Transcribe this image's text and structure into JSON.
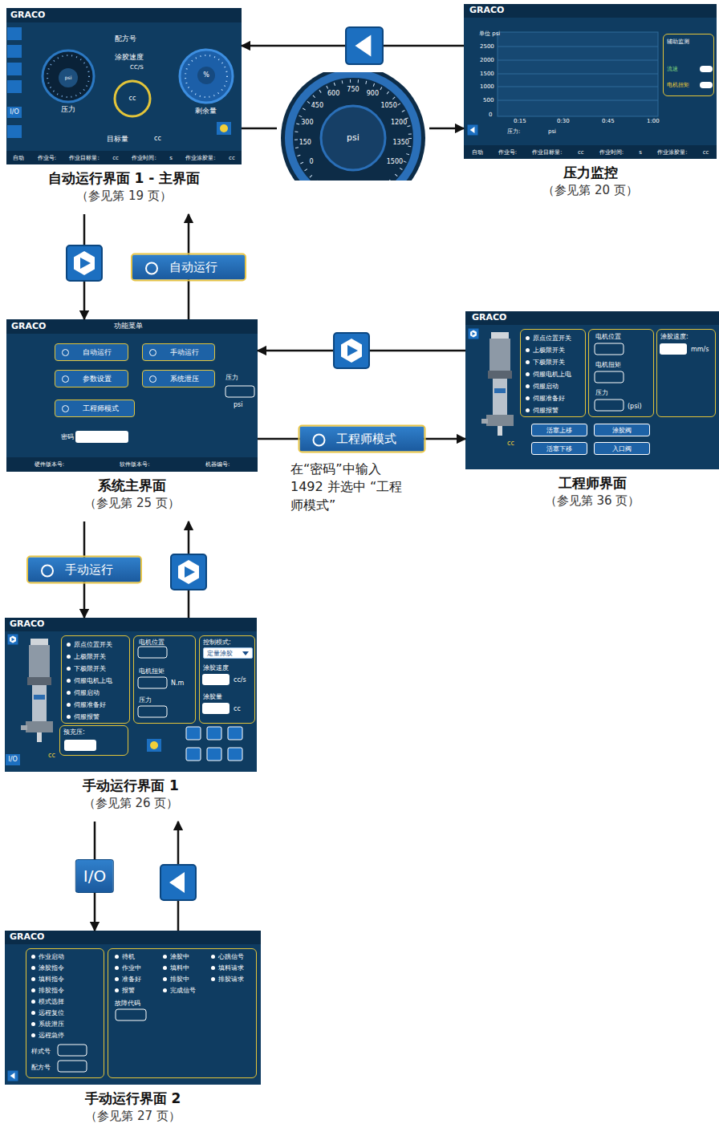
{
  "diagram": {
    "nodes": [
      {
        "text": [
          "自动运行界面 1 - 主界面",
          "（参见第 19 页）"
        ]
      },
      {
        "text": [
          "自动",
          "作业号:",
          "作业目标量:",
          "cc",
          "作业时间:",
          "s",
          "作业涂胶量:",
          "cc"
        ],
        "in": 0
      },
      {
        "text": [
          "压力监控",
          "（参见第 20 页）"
        ]
      },
      {
        "text": [
          "辅助监测",
          "流速",
          "电机扭矩"
        ],
        "in": 2
      },
      {
        "text": [
          "自动",
          "作业号:",
          "作业目标量:",
          "cc",
          "作业时间:",
          "s",
          "作业涂胶量:",
          "cc"
        ],
        "in": 2
      },
      {
        "text": [
          "系统主界面",
          "（参见第 25 页）"
        ]
      },
      {
        "text": [
          "自动运行"
        ],
        "in": 5
      },
      {
        "text": [
          "手动运行"
        ],
        "in": 5
      },
      {
        "text": [
          "参数设置"
        ],
        "in": 5
      },
      {
        "text": [
          "系统泄压"
        ],
        "in": 5
      },
      {
        "text": [
          "工程师模式"
        ],
        "in": 5
      },
      {
        "text": [
          "硬件版本号:",
          "软件版本号:",
          "机器编号:"
        ],
        "in": 5
      },
      {
        "text": [
          "工程师界面",
          "（参见第 36 页）"
        ]
      },
      {
        "text": [
          "原点位置开关",
          "上极限开关",
          "下极限开关",
          "伺服电机上电",
          "伺服启动",
          "伺服准备好",
          "伺服报警"
        ],
        "in": 12
      },
      {
        "text": [
          "电机位置",
          "电机扭矩",
          "压力",
          "(psi)"
        ],
        "in": 12
      },
      {
        "text": [
          "涂胶速度:",
          "mm/s"
        ],
        "in": 12
      },
      {
        "text": [
          "活塞上移"
        ],
        "in": 12
      },
      {
        "text": [
          "涂胶阀"
        ],
        "in": 12
      },
      {
        "text": [
          "活塞下移"
        ],
        "in": 12
      },
      {
        "text": [
          "入口阀"
        ],
        "in": 12
      },
      {
        "text": [
          "手动运行界面 1",
          "（参见第 26 页）"
        ]
      },
      {
        "text": [
          "原点位置开关",
          "上极限开关",
          "下极限开关",
          "伺服电机上电",
          "伺服启动",
          "伺服准备好",
          "伺服报警"
        ],
        "in": 20
      },
      {
        "text": [
          "电机位置",
          "电机扭矩",
          "N.m",
          "压力"
        ],
        "in": 20
      },
      {
        "text": [
          "控制模式:",
          "涂胶速度",
          "cc/s",
          "涂胶量",
          "cc"
        ],
        "in": 20
      },
      {
        "text": [
          "定量涂胶"
        ],
        "in": 23
      },
      {
        "text": [
          "预充压:"
        ],
        "in": 20
      },
      {
        "text": [
          "手动运行界面 2",
          "（参见第 27 页）"
        ]
      },
      {
        "text": [
          "作业启动",
          "涂胶指令",
          "填料指令",
          "排胶指令",
          "模式选择",
          "远程复位",
          "系统泄压",
          "远程急停",
          "样式号",
          "配方号"
        ],
        "in": 26
      },
      {
        "text": [
          "待机",
          "作业中",
          "准备好",
          "报警",
          "涂胶中",
          "填料中",
          "排胶中",
          "完成信号",
          "心跳信号",
          "填料请求",
          "排胶请求",
          "故障代码"
        ],
        "in": 26
      }
    ],
    "edges": [
      {
        "from": 2,
        "to": 0,
        "arrow": "to"
      },
      {
        "from": 0,
        "to": 2,
        "arrow": "to"
      },
      {
        "from": 0,
        "to": 5,
        "arrow": "to"
      },
      {
        "from": 5,
        "to": 0,
        "arrow": "to",
        "label": "自动运行"
      },
      {
        "from": 12,
        "to": 5,
        "arrow": "to"
      },
      {
        "from": 5,
        "to": 12,
        "arrow": "to",
        "label": "工程师模式"
      },
      {
        "from": 5,
        "to": 20,
        "arrow": "to",
        "label": "手动运行"
      },
      {
        "from": 20,
        "to": 5,
        "arrow": "to"
      },
      {
        "from": 20,
        "to": 26,
        "arrow": "to",
        "label": "I/O"
      },
      {
        "from": 26,
        "to": 20,
        "arrow": "to"
      }
    ],
    "labels": [
      "GRACO",
      "配方号",
      "涂胶速度",
      "CC/S",
      "psi",
      "压力",
      "cc",
      "%",
      "剩余量",
      "目标量",
      "cc",
      "I/O",
      "0",
      "150",
      "300",
      "450",
      "600",
      "750",
      "900",
      "1050",
      "1200",
      "1350",
      "1500",
      "psi",
      "GRACO",
      "单位 psi",
      "2500",
      "2000",
      "1500",
      "1000",
      "500",
      "0",
      "0:15",
      "0:30",
      "0:45",
      "1:00",
      "压力:",
      "psi",
      "GRACO",
      "功能菜单",
      "压力",
      "psi",
      "密码",
      "在“密码”中输入 1492 并选中 “工程师模式”",
      "GRACO",
      "cc",
      "GRACO",
      "cc",
      "I/O",
      "GRACO"
    ]
  }
}
